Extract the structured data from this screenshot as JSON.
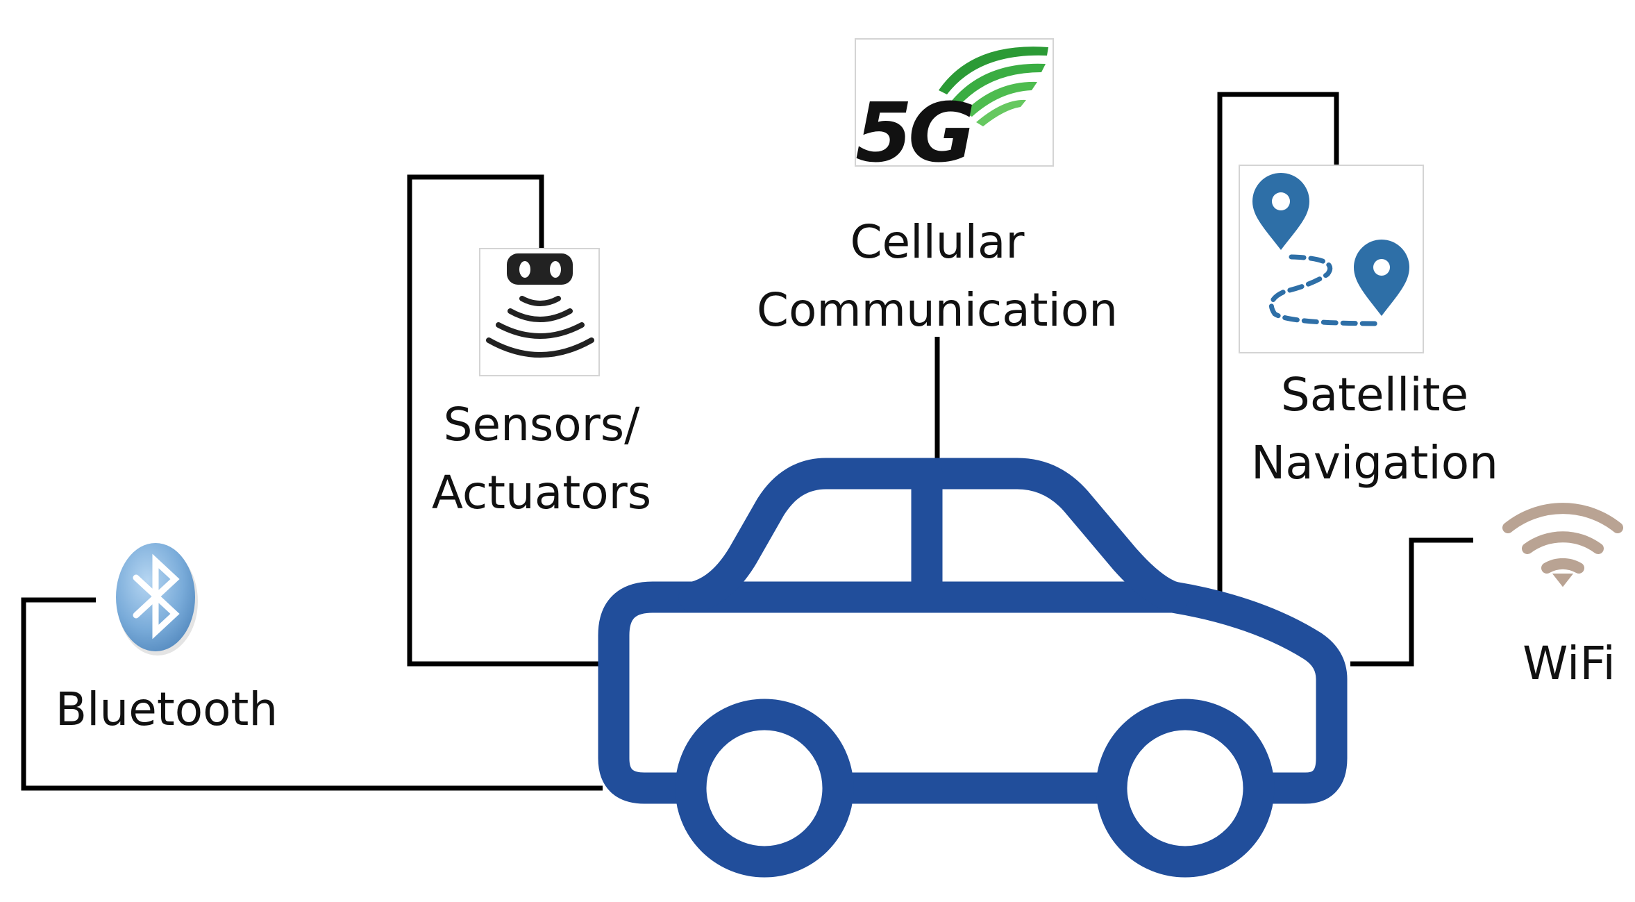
{
  "labels": {
    "cellular": [
      "Cellular",
      "Communication"
    ],
    "sensors": [
      "Sensors/",
      "Actuators"
    ],
    "satellite": [
      "Satellite",
      "Navigation"
    ],
    "bluetooth": "Bluetooth",
    "wifi": "WiFi"
  },
  "cellular_logo_text": "5G",
  "colors": {
    "car": "#214E9B",
    "connector": "#000000",
    "bluetooth": "#6FA2D0",
    "map_pin": "#2E6FA7",
    "wifi": "#B9A393",
    "fiveg_green": "#2B9A35",
    "text": "#111111"
  },
  "icons": [
    "car-icon",
    "5g-logo-icon",
    "sensor-icon",
    "map-route-icon",
    "bluetooth-icon",
    "wifi-icon"
  ]
}
